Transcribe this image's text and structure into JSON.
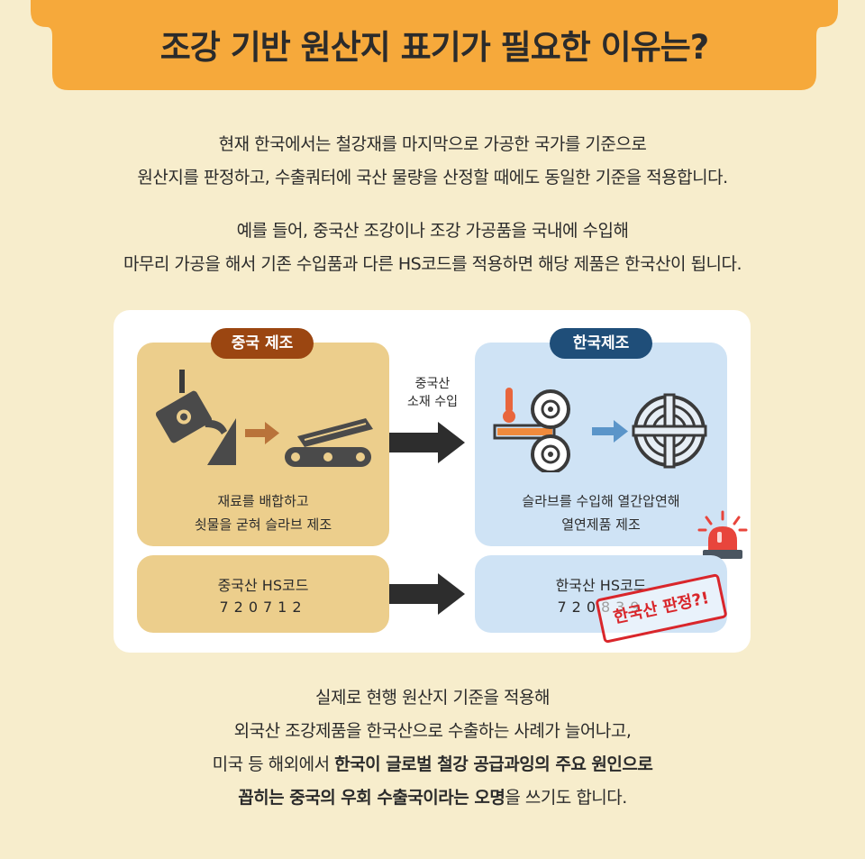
{
  "banner": {
    "title": "조강 기반 원산지 표기가 필요한 이유는?"
  },
  "intro": {
    "p1_line1": "현재 한국에서는 철강재를 마지막으로 가공한 국가를 기준으로",
    "p1_line2": "원산지를 판정하고, 수출쿼터에 국산 물량을 산정할 때에도 동일한 기준을 적용합니다.",
    "p2_line1": "예를 들어, 중국산 조강이나 조강 가공품을 국내에 수입해",
    "p2_line2": "마무리 가공을 해서 기존 수입품과 다른 HS코드를 적용하면 해당 제품은 한국산이 됩니다."
  },
  "diagram": {
    "china": {
      "tag": "중국 제조",
      "caption_line1": "재료를 배합하고",
      "caption_line2": "쇳물을 굳혀 슬라브 제조",
      "hs_label": "중국산 HS코드",
      "hs_code": "720712"
    },
    "korea": {
      "tag": "한국제조",
      "caption_line1": "슬라브를 수입해 열간압연해",
      "caption_line2": "열연제품 제조",
      "hs_label": "한국산 HS코드",
      "hs_code": "720839"
    },
    "arrow_label_line1": "중국산",
    "arrow_label_line2": "소재 수입",
    "stamp": "한국산 판정?!"
  },
  "outro": {
    "line1": "실제로 현행 원산지 기준을 적용해",
    "line2": "외국산 조강제품을 한국산으로 수출하는 사례가 늘어나고,",
    "line3_plain": "미국 등 해외에서 ",
    "line3_bold": "한국이 글로벌 철강 공급과잉의 주요 원인으로",
    "line4_bold1": "꼽히는 중국의 우회 수출국이라는 오명",
    "line4_plain": "을 쓰기도 합니다."
  },
  "colors": {
    "background": "#f7edcc",
    "banner": "#f6a93b",
    "tan_box": "#ecce8c",
    "blue_box": "#cfe3f5",
    "china_tag": "#9b4611",
    "korea_tag": "#1f4e79",
    "stamp": "#d9262b"
  }
}
